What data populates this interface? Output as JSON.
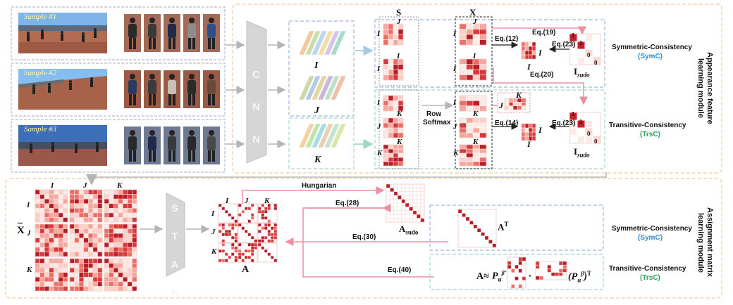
{
  "colors": {
    "heat_dark": "#c8202a",
    "heat_mid": "#f08a86",
    "heat_light": "#fbd8d2",
    "dashed_blue": "#9db8e0",
    "dashed_green": "#9fd8c0",
    "dashed_orange": "#f5c89c",
    "pink_arrow": "#ee8fa0",
    "gray_arrow": "#b5b5b5",
    "symc": "#2a8fd6",
    "trsc": "#26a35a"
  },
  "samples": [
    {
      "tag": "Sample #1"
    },
    {
      "tag": "Sample #2"
    },
    {
      "tag": "Sample #3"
    }
  ],
  "blocks": {
    "cnn": "C N N",
    "stan": "S T A N"
  },
  "features": {
    "i": "I",
    "j": "J",
    "k": "K"
  },
  "top": {
    "s_header": "S",
    "x_header": "X",
    "row_softmax_1": "Row",
    "row_softmax_2": "Softmax",
    "eq12": "Eq.(12)",
    "eq19": "Eq.(19)",
    "eq23": "Eq.(23)",
    "eq20": "Eq.(20)",
    "eq14": "Eq.(14)",
    "eq23b": "Eq.(23)",
    "isudo_base": "I",
    "isudo_sub": "sudo",
    "mini_i": "I",
    "mini_j": "J",
    "mini_k": "K",
    "one": "1",
    "zero": "0"
  },
  "bottom": {
    "xtilde": "X",
    "tilde": "~",
    "a_label": "A",
    "hungarian": "Hungarian",
    "eq28": "Eq.(28)",
    "eq30": "Eq.(30)",
    "eq40": "Eq.(40)",
    "asudo_base": "A",
    "asudo_sub": "sudo",
    "at_base": "A",
    "at_sup": "T",
    "approx": "A≈",
    "pu1": "P",
    "pu1_sub": "u",
    "pu1_sup": "β̃",
    "dot": "·",
    "pu2": "(P",
    "pu2_sub": "u",
    "pu2_sup": "β̃",
    "pu2_close": ")",
    "pu2_T": "T"
  },
  "side": {
    "symc_title": "Symmetric-Consistency",
    "symc_short": "(SymC)",
    "trsc_title": "Transitive-Consistency",
    "trsc_short": "(TrsC)",
    "appearance_1": "Appearance feature",
    "appearance_2": "learning module",
    "assignment_1": "Assignment matrix",
    "assignment_2": "learning module"
  }
}
